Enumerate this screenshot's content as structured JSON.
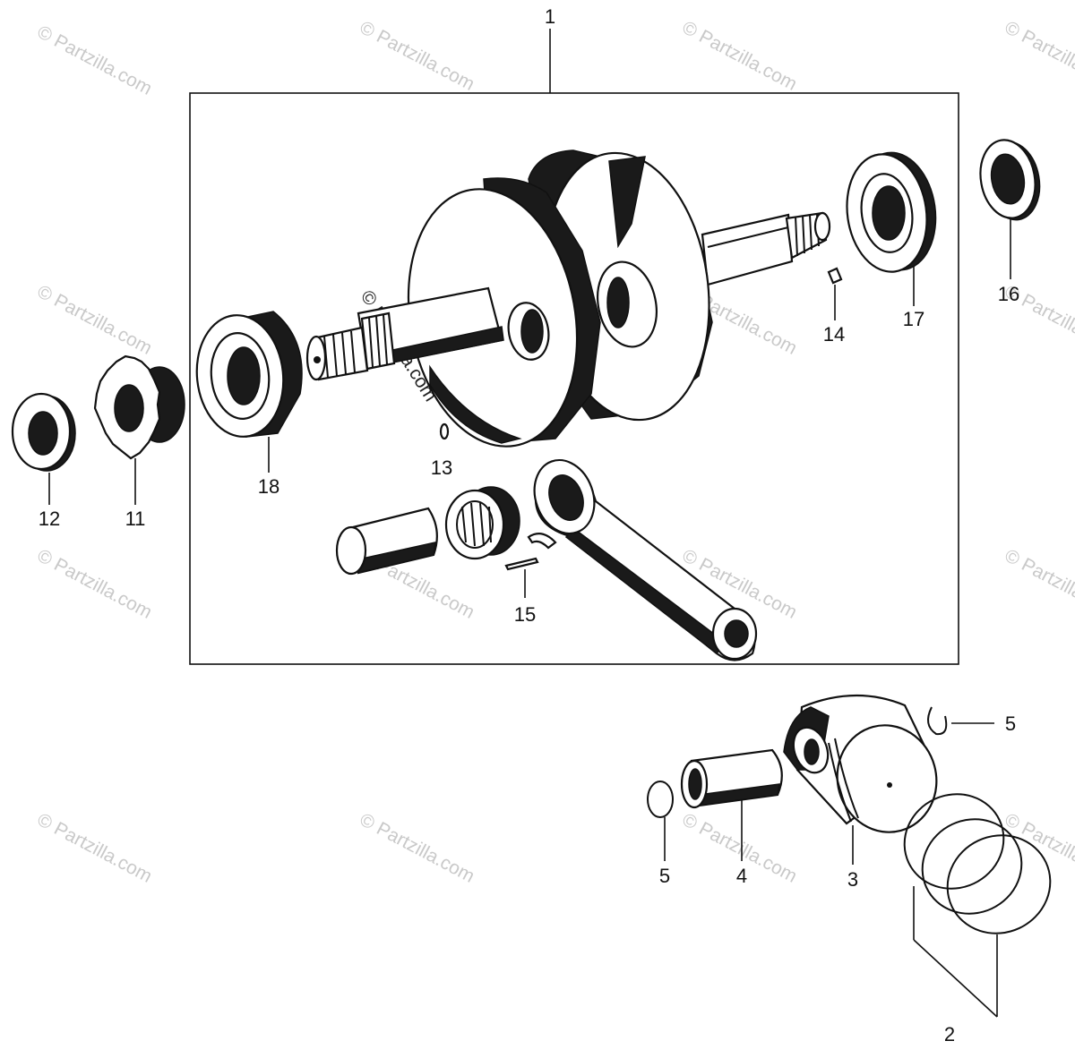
{
  "watermark_text": "© Partzilla.com",
  "colors": {
    "ink": "#111111",
    "watermark": "#c9c9c9",
    "background": "#ffffff"
  },
  "callouts": {
    "c1": "1",
    "c2": "2",
    "c3": "3",
    "c4": "4",
    "c5a": "5",
    "c5b": "5",
    "c11": "11",
    "c12": "12",
    "c13": "13",
    "c14": "14",
    "c15": "15",
    "c16": "16",
    "c17": "17",
    "c18": "18"
  }
}
